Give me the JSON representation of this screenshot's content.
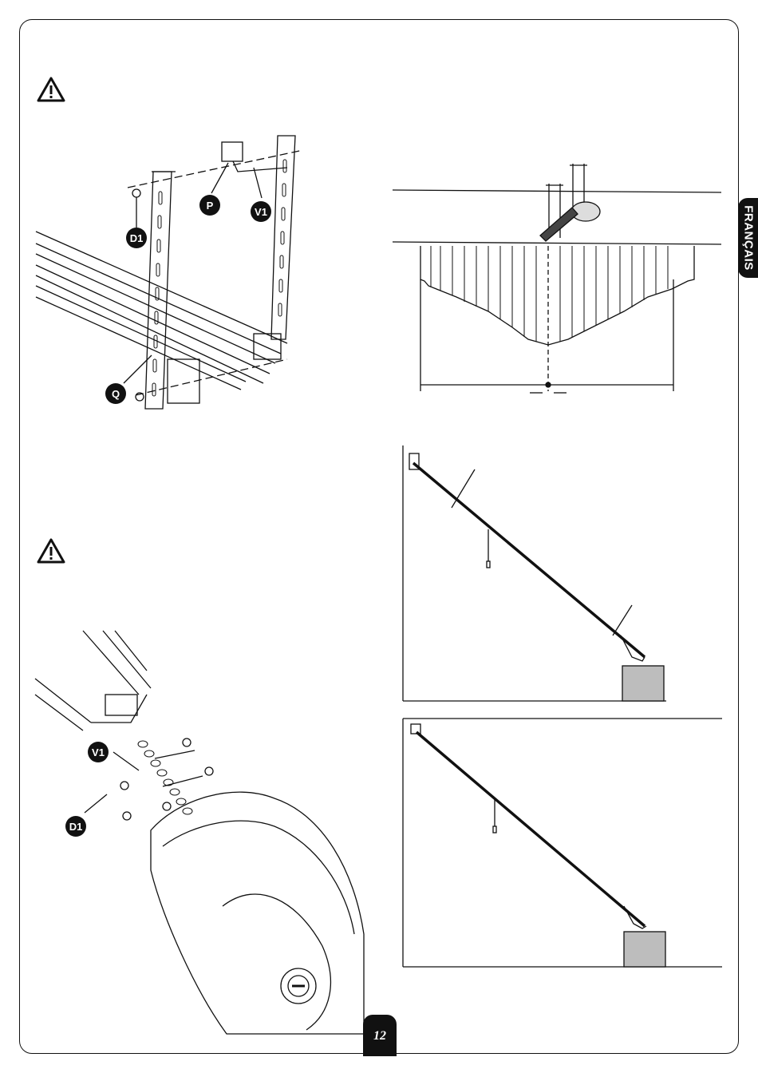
{
  "language_tab": "FRANÇAIS",
  "page_number": "12",
  "labels": {
    "d1_top": "D1",
    "p": "P",
    "v1_top": "V1",
    "q": "Q",
    "v1_bottom": "V1",
    "d1_bottom": "D1"
  },
  "icons": {
    "warning_top": "warning-triangle-icon",
    "warning_bottom": "warning-triangle-icon"
  },
  "colors": {
    "ink": "#111111",
    "block_fill": "#bdbdbd"
  }
}
